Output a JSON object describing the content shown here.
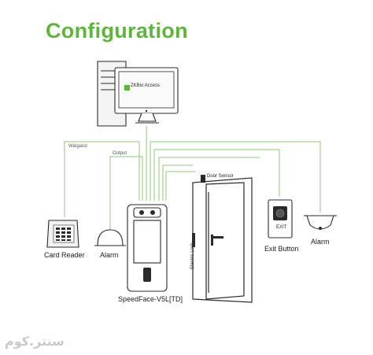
{
  "title": "Configuration",
  "software": {
    "brand": "ZKBio Access"
  },
  "wire_labels": {
    "wiegand": "Wiegand",
    "output": "Output"
  },
  "devices": {
    "card_reader": "Card Reader",
    "alarm_siren": "Alarm",
    "terminal": "SpeedFace-V5L[TD]",
    "door_sensor": "Door Sensor",
    "electric_lock": "Electric Lock",
    "exit_button": "Exit Button",
    "exit_sign": "EXIT",
    "alarm_strobe": "Alarm"
  },
  "watermark": "ستتر.كوم",
  "colors": {
    "title": "#5db63c",
    "wires": "#7fbf66",
    "outline": "#2a2a2a"
  }
}
